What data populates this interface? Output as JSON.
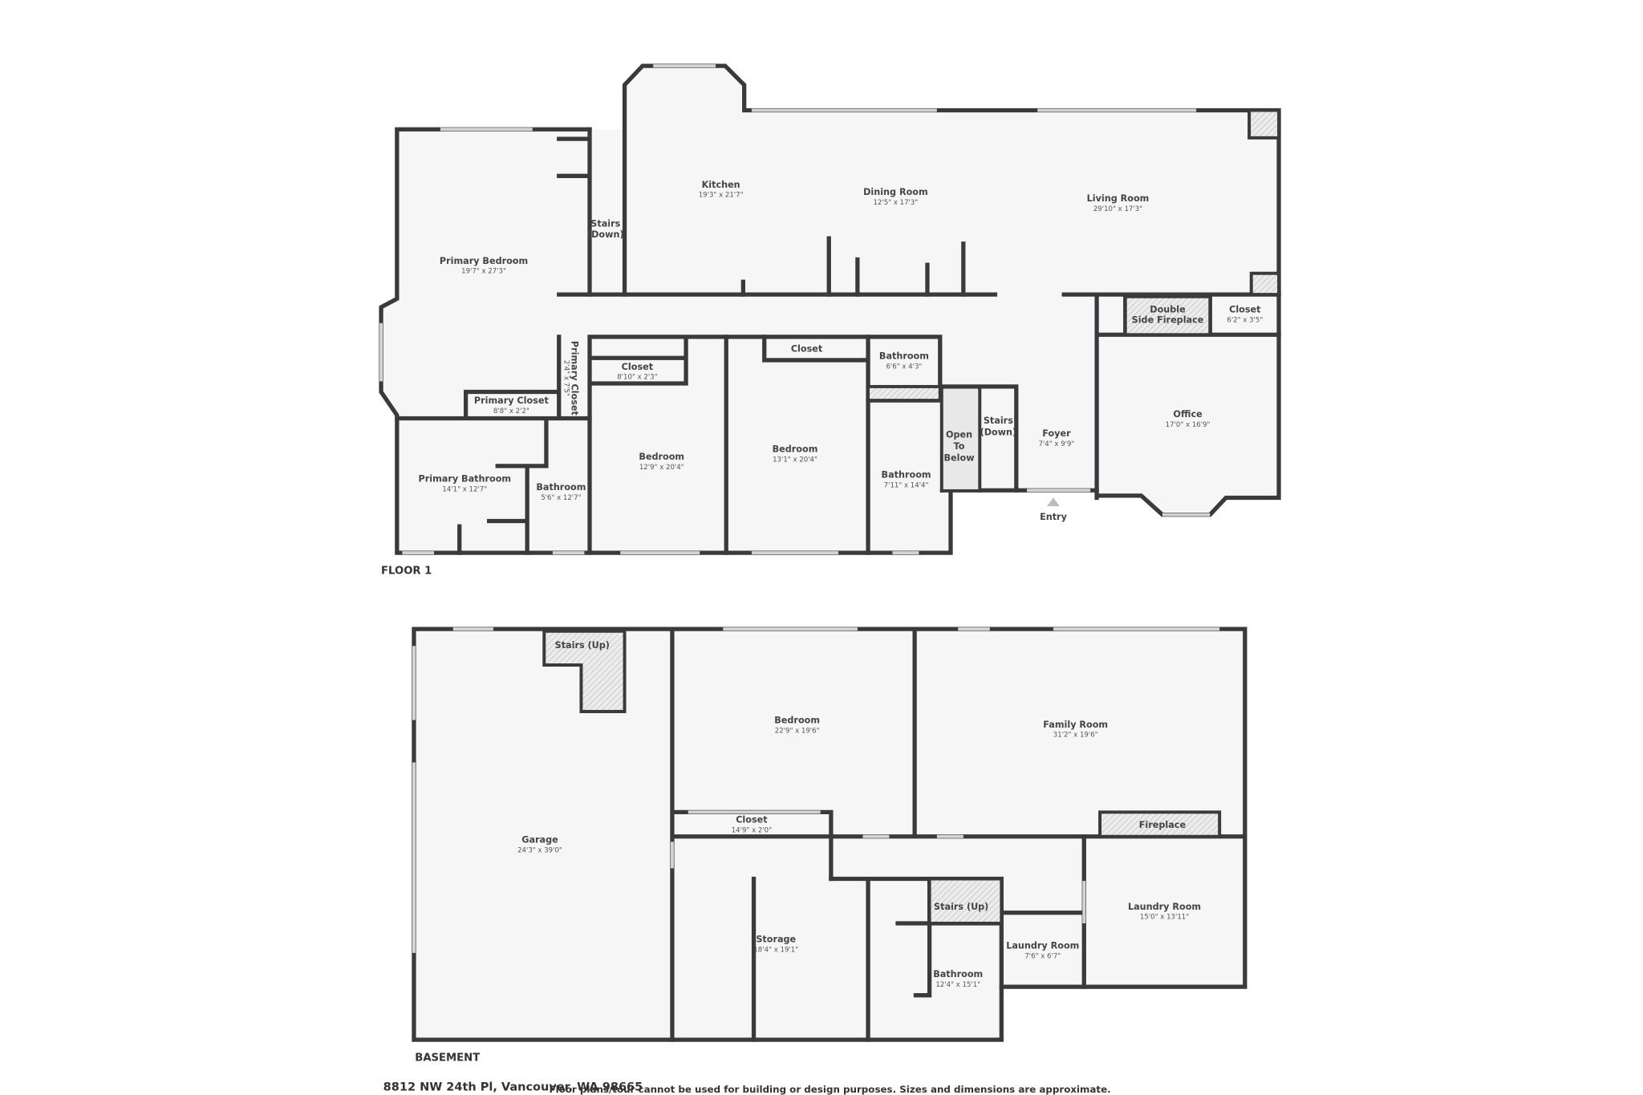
{
  "address": "8812 NW 24th Pl, Vancouver, WA 98665",
  "disclaimer": "Floor plans/tour cannot be used for building or design purposes. Sizes and dimensions are approximate.",
  "floor1": {
    "label": "FLOOR 1",
    "entry_label": "Entry",
    "rooms": [
      {
        "name": "Kitchen",
        "dims": "19'3\" x 21'7\""
      },
      {
        "name": "Dining Room",
        "dims": "12'5\" x 17'3\""
      },
      {
        "name": "Living Room",
        "dims": "29'10\" x 17'3\""
      },
      {
        "name": "Primary Bedroom",
        "dims": "19'7\" x 27'3\""
      },
      {
        "name": "Stairs",
        "name2": "(Down)"
      },
      {
        "name": "Primary Closet",
        "dims": "2'4\" x 7'5\""
      },
      {
        "name": "Closet",
        "dims": "8'10\" x 2'3\""
      },
      {
        "name": "Closet"
      },
      {
        "name": "Bathroom",
        "dims": "6'6\" x 4'3\""
      },
      {
        "name": "Primary Closet",
        "dims": "8'8\" x 2'2\""
      },
      {
        "name": "Primary Bathroom",
        "dims": "14'1\" x 12'7\""
      },
      {
        "name": "Bathroom",
        "dims": "5'6\" x 12'7\""
      },
      {
        "name": "Bedroom",
        "dims": "12'9\" x 20'4\""
      },
      {
        "name": "Bedroom",
        "dims": "13'1\" x 20'4\""
      },
      {
        "name": "Bathroom",
        "dims": "7'11\" x 14'4\""
      },
      {
        "name": "Open",
        "name2": "To",
        "name3": "Below"
      },
      {
        "name": "Stairs",
        "name2": "(Down)"
      },
      {
        "name": "Foyer",
        "dims": "7'4\" x 9'9\""
      },
      {
        "name": "Office",
        "dims": "17'0\" x 16'9\""
      },
      {
        "name": "Double",
        "name2": "Side Fireplace"
      },
      {
        "name": "Closet",
        "dims": "6'2\" x 3'5\""
      }
    ]
  },
  "basement": {
    "label": "BASEMENT",
    "rooms": [
      {
        "name": "Stairs (Up)"
      },
      {
        "name": "Garage",
        "dims": "24'3\" x 39'0\""
      },
      {
        "name": "Bedroom",
        "dims": "22'9\" x 19'6\""
      },
      {
        "name": "Family Room",
        "dims": "31'2\" x 19'6\""
      },
      {
        "name": "Closet",
        "dims": "14'9\" x 2'0\""
      },
      {
        "name": "Fireplace"
      },
      {
        "name": "Storage",
        "dims": "18'4\" x 19'1\""
      },
      {
        "name": "Stairs (Up)"
      },
      {
        "name": "Bathroom",
        "dims": "12'4\" x 15'1\""
      },
      {
        "name": "Laundry Room",
        "dims": "7'6\" x 6'7\""
      },
      {
        "name": "Laundry Room",
        "dims": "15'0\" x 13'11\""
      }
    ]
  }
}
